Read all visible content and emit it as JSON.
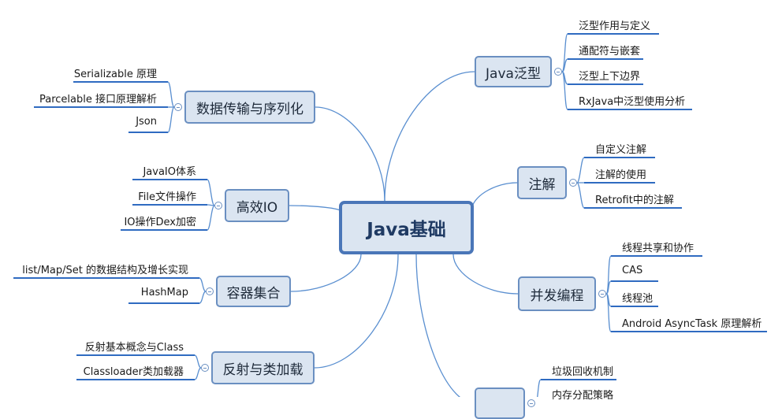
{
  "root": "Java基础",
  "branches": [
    {
      "id": "generics",
      "label": "Java泛型",
      "items": [
        "泛型作用与定义",
        "通配符与嵌套",
        "泛型上下边界",
        "RxJava中泛型使用分析"
      ]
    },
    {
      "id": "annotation",
      "label": "注解",
      "items": [
        "自定义注解",
        "注解的使用",
        "Retrofit中的注解"
      ]
    },
    {
      "id": "concurrency",
      "label": "并发编程",
      "items": [
        "线程共享和协作",
        "CAS",
        "线程池",
        "Android AsyncTask 原理解析"
      ]
    },
    {
      "id": "gc",
      "label": "",
      "items": [
        "垃圾回收机制",
        "内存分配策略"
      ]
    },
    {
      "id": "serialization",
      "label": "数据传输与序列化",
      "items": [
        "Serializable 原理",
        "Parcelable 接口原理解析",
        "Json"
      ]
    },
    {
      "id": "io",
      "label": "高效IO",
      "items": [
        "JavaIO体系",
        "File文件操作",
        "IO操作Dex加密"
      ]
    },
    {
      "id": "collections",
      "label": "容器集合",
      "items": [
        "list/Map/Set 的数据结构及增长实现",
        "HashMap"
      ]
    },
    {
      "id": "reflection",
      "label": "反射与类加载",
      "items": [
        "反射基本概念与Class",
        "Classloader类加载器"
      ]
    }
  ],
  "colors": {
    "node_fill": "#dbe5f1",
    "node_border": "#6a8fc1",
    "root_border": "#4a76b8",
    "line": "#5a8fd0",
    "underline": "#2f6bc1"
  }
}
